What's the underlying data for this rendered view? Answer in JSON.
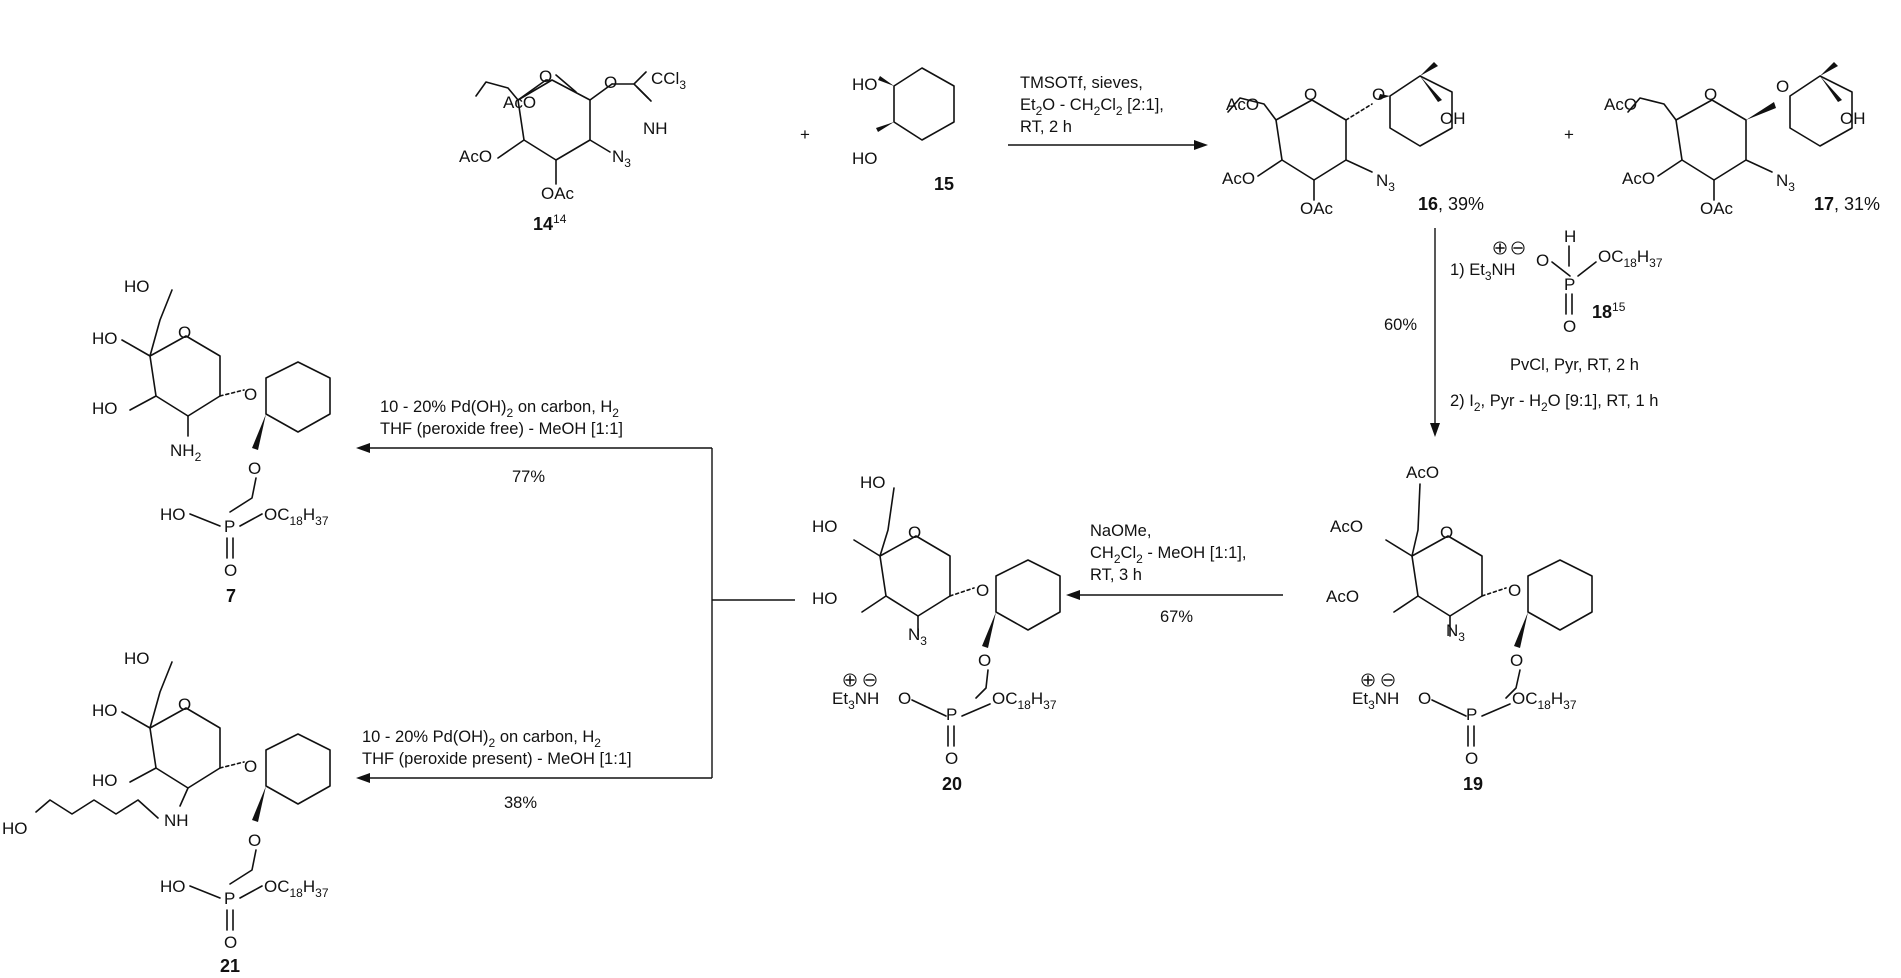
{
  "compounds": {
    "c14": {
      "number": "14",
      "ref": "14"
    },
    "c15": {
      "number": "15"
    },
    "c16": {
      "number": "16",
      "yield": ", 39%"
    },
    "c17": {
      "number": "17",
      "yield": ", 31%"
    },
    "c18": {
      "number": "18",
      "ref": "15"
    },
    "c19": {
      "number": "19"
    },
    "c20": {
      "number": "20"
    },
    "c7": {
      "number": "7"
    },
    "c21": {
      "number": "21"
    }
  },
  "atoms": {
    "AcO": "AcO",
    "OAc": "OAc",
    "HO": "HO",
    "OH": "OH",
    "O": "O",
    "N3": "N",
    "N3_sub": "3",
    "NH": "NH",
    "NH2": "NH",
    "NH2_sub": "2",
    "CCl3": "CCl",
    "CCl3_sub": "3",
    "P": "P",
    "H": "H",
    "Et3NH_a": "Et",
    "Et3NH_sub": "3",
    "Et3NH_b": "NH",
    "OC18H37_a": "OC",
    "OC18H37_sub1": "18",
    "OC18H37_b": "H",
    "OC18H37_sub2": "37"
  },
  "steps": {
    "glycosylation": {
      "line1": "TMSOTf, sieves,",
      "line2_a": "Et",
      "line2_sub1": "2",
      "line2_b": "O - CH",
      "line2_sub2": "2",
      "line2_c": "Cl",
      "line2_sub3": "2",
      "line2_d": " [2:1],",
      "line3": "RT, 2 h"
    },
    "phosphonylation": {
      "yield": "60%",
      "step1": "1) ",
      "reagent": "PvCl, Pyr, RT, 2 h",
      "step2_a": "2) I",
      "step2_sub1": "2",
      "step2_b": ", Pyr - H",
      "step2_sub2": "2",
      "step2_c": "O [9:1], RT, 1 h"
    },
    "deacetylation": {
      "line1": "NaOMe,",
      "line2_a": "CH",
      "line2_sub1": "2",
      "line2_b": "Cl",
      "line2_sub2": "2",
      "line2_c": " - MeOH [1:1],",
      "line3": "RT, 3 h",
      "yield": "67%"
    },
    "hydrogenation_free": {
      "line1_a": "10 - 20% Pd(OH)",
      "line1_sub1": "2",
      "line1_b": " on carbon, H",
      "line1_sub2": "2",
      "line2": "THF (peroxide free) -  MeOH [1:1]",
      "yield": "77%"
    },
    "hydrogenation_present": {
      "line1_a": "10 - 20% Pd(OH)",
      "line1_sub1": "2",
      "line1_b": " on carbon, H",
      "line1_sub2": "2",
      "line2": "THF (peroxide present) -  MeOH [1:1]",
      "yield": "38%"
    }
  },
  "plus_sign": "+"
}
